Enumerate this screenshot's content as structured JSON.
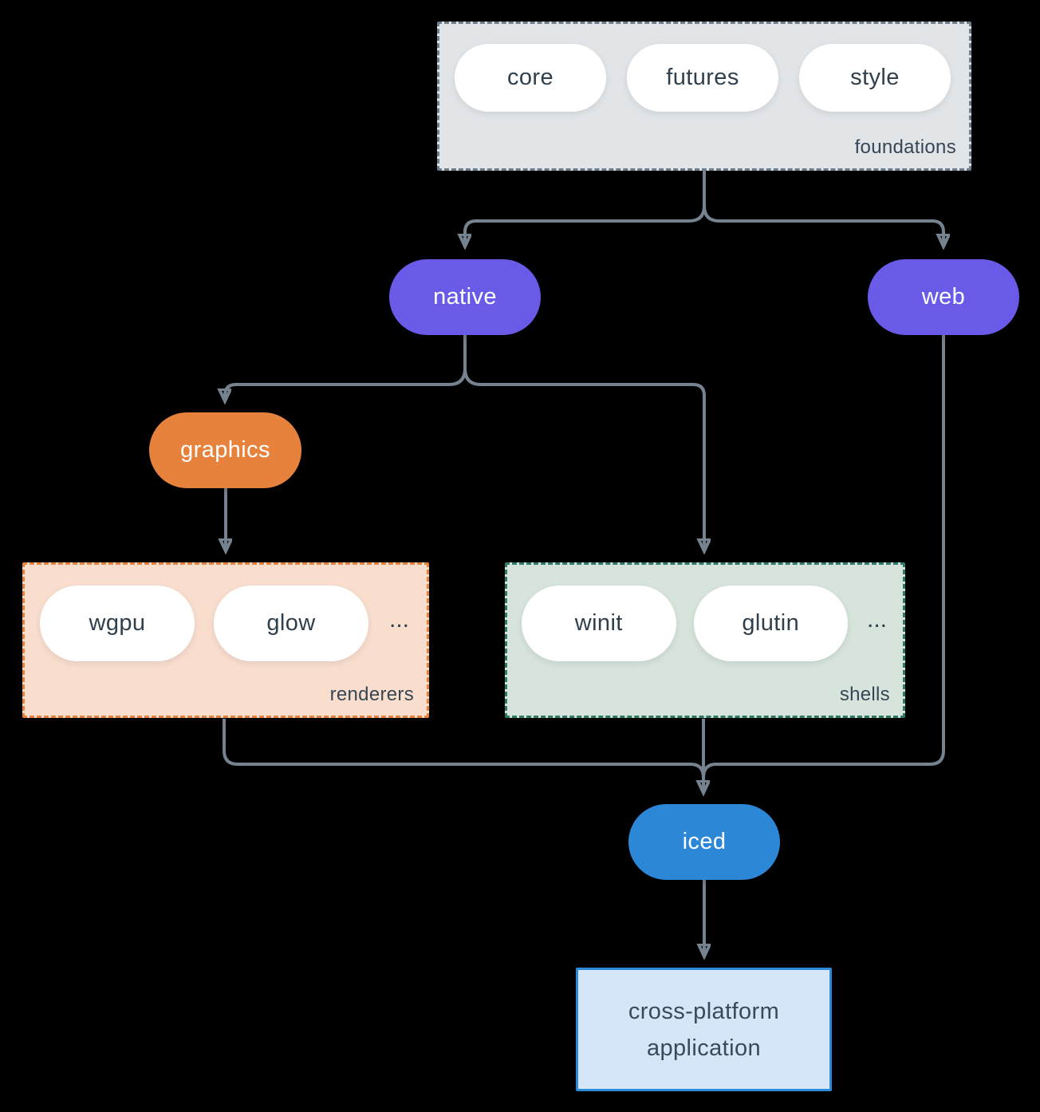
{
  "canvas": {
    "background": "#000000",
    "edge_color": "#75828f"
  },
  "groups": {
    "foundations": {
      "label": "foundations",
      "fill": "#e1e5e8",
      "border": "#6e7d8c",
      "items": [
        "core",
        "futures",
        "style"
      ]
    },
    "renderers": {
      "label": "renderers",
      "fill": "#f9dece",
      "border": "#e6823c",
      "items": [
        "wgpu",
        "glow"
      ],
      "more": "..."
    },
    "shells": {
      "label": "shells",
      "fill": "#d6e4dc",
      "border": "#2d7a69",
      "items": [
        "winit",
        "glutin"
      ],
      "more": "..."
    }
  },
  "nodes": {
    "native": {
      "label": "native",
      "fill": "#695ae8"
    },
    "web": {
      "label": "web",
      "fill": "#695ae8"
    },
    "graphics": {
      "label": "graphics",
      "fill": "#e6823c"
    },
    "iced": {
      "label": "iced",
      "fill": "#2d87d7"
    },
    "application": {
      "line1": "cross-platform",
      "line2": "application",
      "fill": "#d4e6f7",
      "border": "#2e8ad9"
    }
  }
}
